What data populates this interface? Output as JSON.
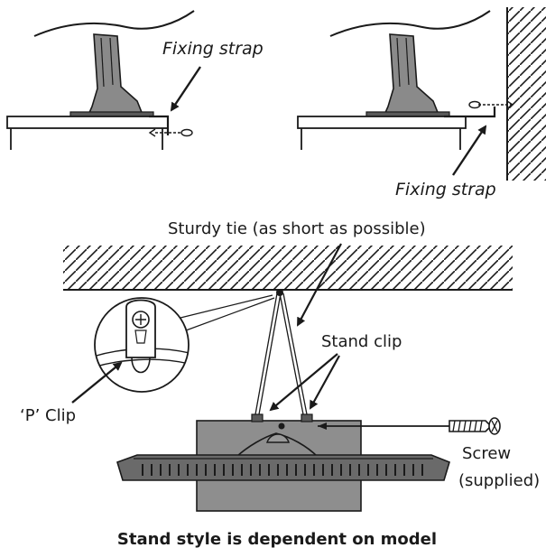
{
  "labels": {
    "fixing_strap_left": "Fixing strap",
    "fixing_strap_right": "Fixing strap",
    "sturdy_tie": "Sturdy tie (as short as possible)",
    "stand_clip": "Stand clip",
    "p_clip": "‘P’ Clip",
    "screw": "Screw",
    "screw_supplied": "(supplied)",
    "caption": "Stand style is dependent on model"
  },
  "colors": {
    "line": "#1a1a1a",
    "panel_fill": "#8e8e8e",
    "stand_base_fill": "#6a6a6a",
    "stand_neck_fill": "#8a8a8a",
    "shelf_fill": "#ffffff"
  }
}
